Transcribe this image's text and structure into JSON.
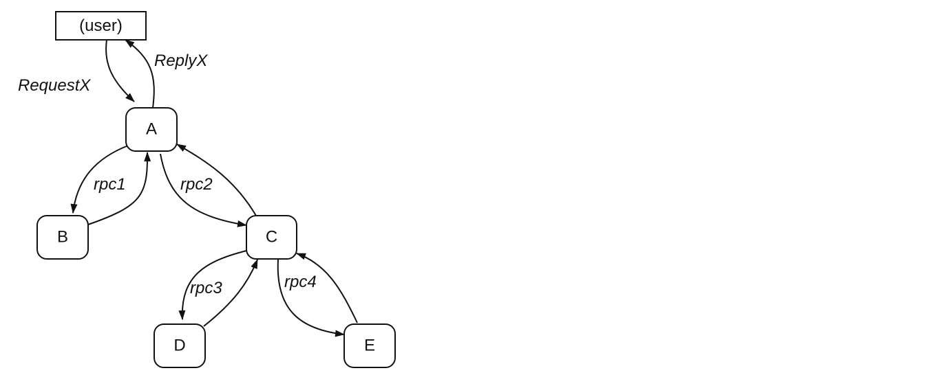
{
  "nodes": {
    "user": "(user)",
    "a": "A",
    "b": "B",
    "c": "C",
    "d": "D",
    "e": "E"
  },
  "edge_labels": {
    "request": "RequestX",
    "reply": "ReplyX",
    "rpc1": "rpc1",
    "rpc2": "rpc2",
    "rpc3": "rpc3",
    "rpc4": "rpc4"
  }
}
